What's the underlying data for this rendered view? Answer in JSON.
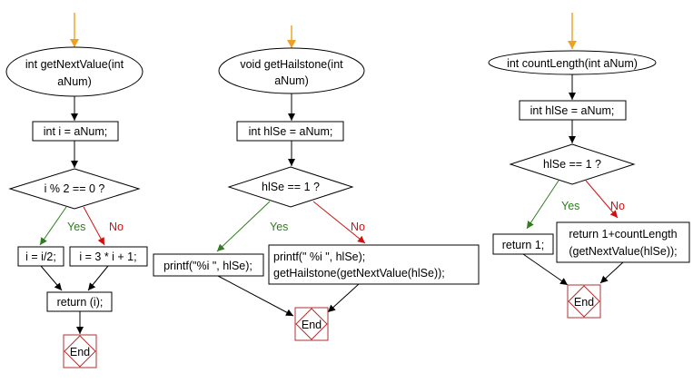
{
  "colors": {
    "start_arrow": "#f0a020",
    "yes_branch": "#2e7d1e",
    "no_branch": "#d01010",
    "end_node": "#b03030"
  },
  "flowcharts": [
    {
      "id": "getNextValue",
      "entry": [
        "int getNextValue(int",
        "aNum)"
      ],
      "init": "int i = aNum;",
      "decision": "i % 2 == 0 ?",
      "yes_label": "Yes",
      "no_label": "No",
      "yes_action": [
        "i = i/2;"
      ],
      "no_action": [
        "i = 3 * i + 1;"
      ],
      "final": "return (i);",
      "end": "End"
    },
    {
      "id": "getHailstone",
      "entry": [
        "void getHailstone(int",
        "aNum)"
      ],
      "init": "int hlSe = aNum;",
      "decision": "hlSe == 1 ?",
      "yes_label": "Yes",
      "no_label": "No",
      "yes_action": [
        "printf(\"%i \", hlSe);"
      ],
      "no_action": [
        "printf(\" %i \", hlSe);",
        "getHailstone(getNextValue(hlSe));"
      ],
      "end": "End"
    },
    {
      "id": "countLength",
      "entry": [
        "int countLength(int aNum)"
      ],
      "init": "int hlSe = aNum;",
      "decision": "hlSe == 1 ?",
      "yes_label": "Yes",
      "no_label": "No",
      "yes_action": [
        "return 1;"
      ],
      "no_action": [
        "return 1+countLength",
        "(getNextValue(hlSe));"
      ],
      "end": "End"
    }
  ]
}
